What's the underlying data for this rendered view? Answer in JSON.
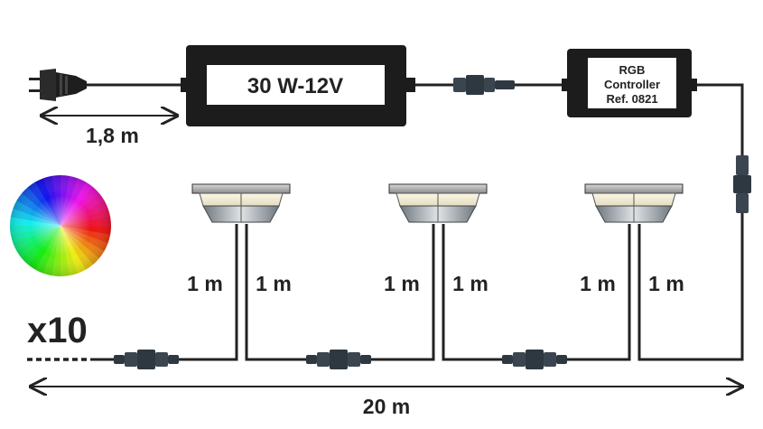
{
  "power_supply": {
    "label": "30 W-12V"
  },
  "controller": {
    "line1": "RGB",
    "line2": "Controller",
    "line3": "Ref. 0821"
  },
  "plug_cable": {
    "length_label": "1,8 m"
  },
  "spots": [
    {
      "left_cable": "1 m",
      "right_cable": "1 m"
    },
    {
      "left_cable": "1 m",
      "right_cable": "1 m"
    },
    {
      "left_cable": "1 m",
      "right_cable": "1 m"
    }
  ],
  "multiplier": "x10",
  "total_length": "20 m",
  "colors": {
    "line": "#2a2a2a",
    "box": "#1c1c1c",
    "connector": "#3a4550"
  }
}
